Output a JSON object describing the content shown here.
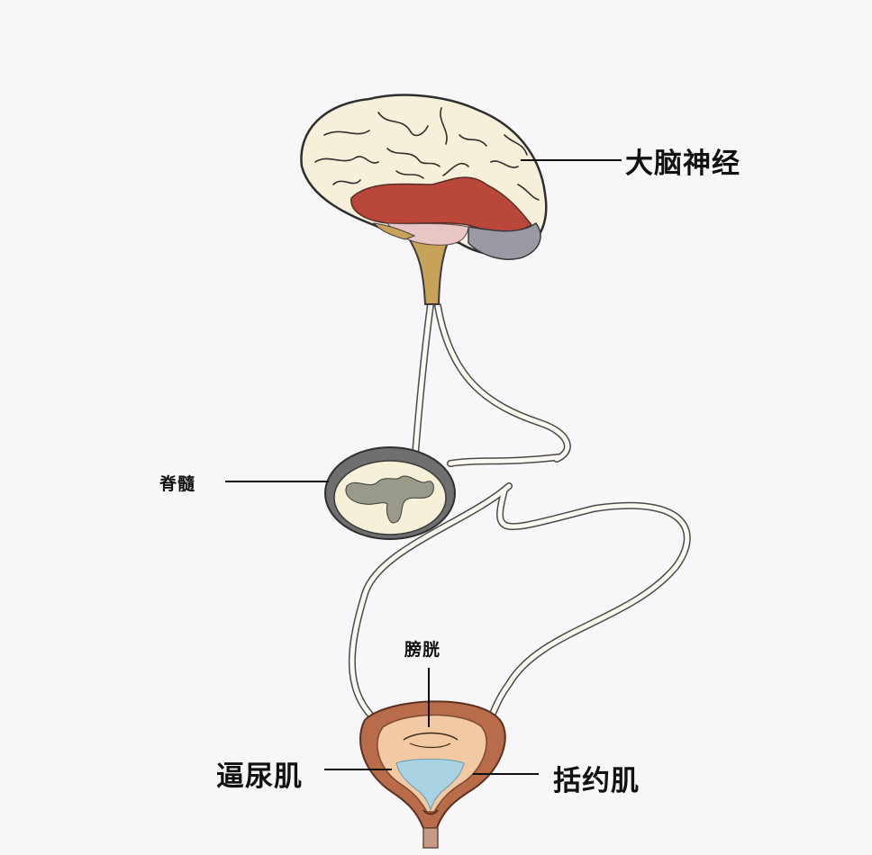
{
  "labels": {
    "brain": "大脑神经",
    "spinal_cord": "脊髓",
    "bladder": "膀胱",
    "detrusor": "逼尿肌",
    "sphincter": "括约肌"
  },
  "colors": {
    "background": "#f7f6f8",
    "brain_fill": "#f6f0da",
    "brain_red": "#b9473a",
    "brainstem": "#c9a25a",
    "nerve_fill": "#fbf8f0",
    "bladder_outer": "#b86c4a",
    "bladder_inner": "#f2c9a2",
    "urine": "#a9d3e3"
  }
}
